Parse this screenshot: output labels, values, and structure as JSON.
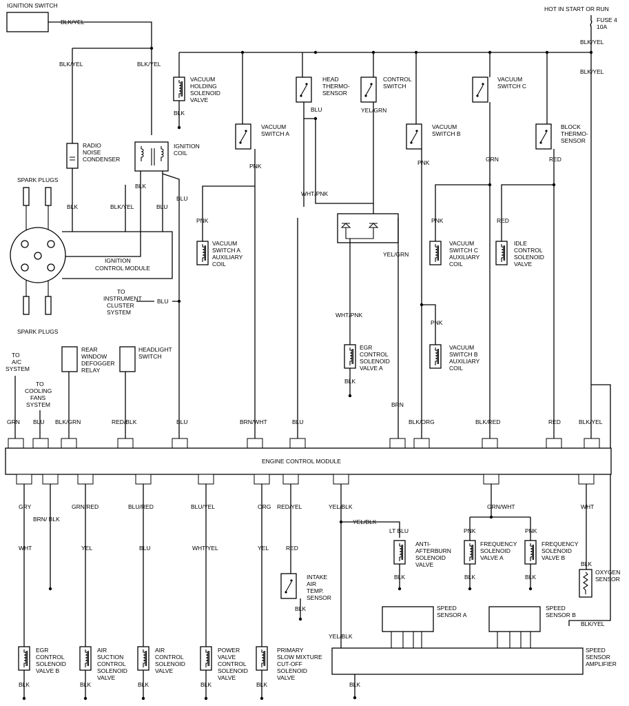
{
  "top": {
    "ignition_switch": "IGNITION SWITCH",
    "hot_in_start": "HOT IN START OR RUN",
    "fuse": "FUSE 4",
    "fuse_amp": "10A"
  },
  "wires": {
    "blk_yel": "BLK/YEL",
    "blk": "BLK",
    "blu": "BLU",
    "pnk": "PNK",
    "grn": "GRN",
    "red": "RED",
    "wht_pnk": "WHT/PNK",
    "yel_grn": "YEL/GRN",
    "brn": "BRN",
    "gry": "GRY",
    "brn_blk": "BRN/ BLK",
    "wht": "WHT",
    "grn_red": "GRN/RED",
    "yel": "YEL",
    "blu_red": "BLU/RED",
    "blu_yel": "BLU/YEL",
    "wht_yel": "WHT/YEL",
    "org": "ORG",
    "red_yel": "RED/YEL",
    "yel_blk": "YEL/BLK",
    "lt_blu": "LT BLU",
    "grn_wht": "GRN/WHT",
    "blk_grn": "BLK/GRN",
    "red_blk": "RED/BLK",
    "brn_wht": "BRN/WHT",
    "blk_org": "BLK/ORG",
    "blk_red": "BLK/RED"
  },
  "components": {
    "vac_holding": [
      "VACUUM",
      "HOLDING",
      "SOLENOID",
      "VALVE"
    ],
    "head_thermo": [
      "HEAD",
      "THERMO-",
      "SENSOR"
    ],
    "control_switch": [
      "CONTROL",
      "SWITCH"
    ],
    "vac_switch_c": [
      "VACUUM",
      "SWITCH C"
    ],
    "vac_switch_a": [
      "VACUUM",
      "SWITCH A"
    ],
    "vac_switch_b": [
      "VACUUM",
      "SWITCH B"
    ],
    "block_thermo": [
      "BLOCK",
      "THERMO-",
      "SENSOR"
    ],
    "radio_noise": [
      "RADIO",
      "NOISE",
      "CONDENSER"
    ],
    "ignition_coil": [
      "IGNITION",
      "COIL"
    ],
    "spark_plugs": "SPARK PLUGS",
    "ign_ctrl_module": [
      "IGNITION",
      "CONTROL MODULE"
    ],
    "instrument_cluster": [
      "TO",
      "INSTRUMENT",
      "CLUSTER",
      "SYSTEM"
    ],
    "vac_a_aux": [
      "VACUUM",
      "SWITCH A",
      "AUXILIARY",
      "COIL"
    ],
    "vac_c_aux": [
      "VACUUM",
      "SWITCH C",
      "AUXILIARY",
      "COIL"
    ],
    "idle_control": [
      "IDLE",
      "CONTROL",
      "SOLENOID",
      "VALVE"
    ],
    "vac_b_aux": [
      "VACUUM",
      "SWITCH B",
      "AUXILIARY",
      "COIL"
    ],
    "egr_a": [
      "EGR",
      "CONTROL",
      "SOLENOID",
      "VALVE A"
    ],
    "to_ac": [
      "TO",
      "A/C",
      "SYSTEM"
    ],
    "to_cooling": [
      "TO",
      "COOLING",
      "FANS",
      "SYSTEM"
    ],
    "rear_defogger": [
      "REAR",
      "WINDOW",
      "DEFOGGER",
      "RELAY"
    ],
    "headlight": [
      "HEADLIGHT",
      "SWITCH"
    ],
    "ecm": "ENGINE CONTROL MODULE",
    "anti_afterburn": [
      "ANTI-",
      "AFTERBURN",
      "SOLENOID",
      "VALVE"
    ],
    "freq_a": [
      "FREQUENCY",
      "SOLENOID",
      "VALVE A"
    ],
    "freq_b": [
      "FREQUENCY",
      "SOLENOID",
      "VALVE B"
    ],
    "oxygen": [
      "OXYGEN",
      "SENSOR"
    ],
    "intake_air": [
      "INTAKE",
      "AIR",
      "TEMP.",
      "SENSOR"
    ],
    "speed_a": [
      "SPEED",
      "SENSOR  A"
    ],
    "speed_b": [
      "SPEED",
      "SENSOR  B"
    ],
    "speed_amp": [
      "SPEED",
      "SENSOR",
      "AMPLIFIER"
    ],
    "egr_b": [
      "EGR",
      "CONTROL",
      "SOLENOID",
      "VALVE B"
    ],
    "air_suction": [
      "AIR",
      "SUCTION",
      "CONTROL",
      "SOLENOID",
      "VALVE"
    ],
    "air_control": [
      "AIR",
      "CONTROL",
      "SOLENOID",
      "VALVE"
    ],
    "power_valve": [
      "POWER",
      "VALVE",
      "CONTROL",
      "SOLENOID",
      "VALVE"
    ],
    "primary_slow": [
      "PRIMARY",
      "SLOW MIXTURE",
      "CUT-OFF",
      "SOLENOID",
      "VALVE"
    ]
  }
}
